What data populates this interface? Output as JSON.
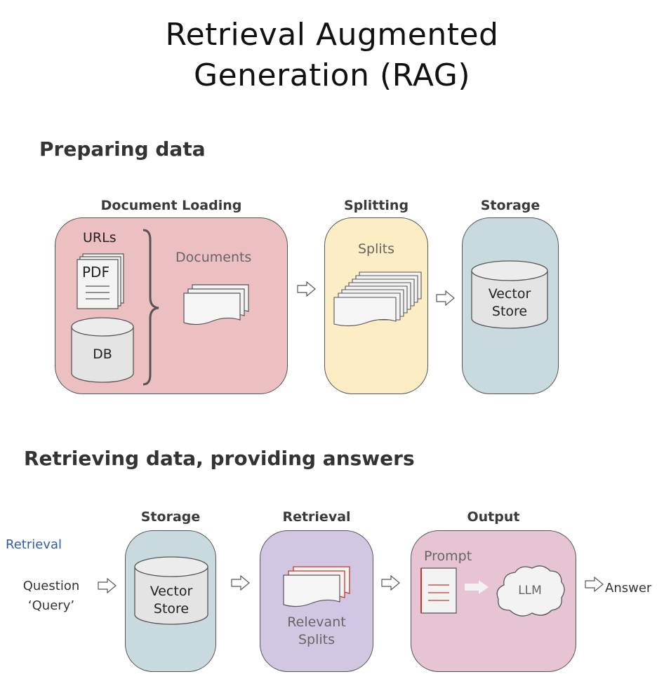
{
  "title": {
    "line1": "Retrieval Augmented",
    "line2": "Generation (RAG)"
  },
  "preparing": {
    "heading": "Preparing data",
    "document_loading": {
      "label": "Document Loading",
      "urls": "URLs",
      "pdf": "PDF",
      "db": "DB",
      "documents": "Documents"
    },
    "splitting": {
      "label": "Splitting",
      "splits": "Splits"
    },
    "storage": {
      "label": "Storage",
      "store_line1": "Vector",
      "store_line2": "Store"
    }
  },
  "retrieving": {
    "heading": "Retrieving data, providing answers",
    "tag": "Retrieval",
    "question_line1": "Question",
    "question_line2": "‘Query’",
    "storage": {
      "label": "Storage",
      "store_line1": "Vector",
      "store_line2": "Store"
    },
    "retrieval": {
      "label": "Retrieval",
      "relevant_line1": "Relevant",
      "relevant_line2": "Splits"
    },
    "output": {
      "label": "Output",
      "prompt": "Prompt",
      "llm": "LLM"
    },
    "answer": "Answer"
  },
  "colors": {
    "document_loading_fill": "#ecc0c0",
    "splitting_fill": "#fdedc4",
    "storage_fill": "#c8dade",
    "retrieval_fill": "#d2c7e3",
    "output_fill": "#e6c4d4",
    "retrieval_tag": "#2f5ba6",
    "relevant_split_edge": "#c0392b"
  }
}
